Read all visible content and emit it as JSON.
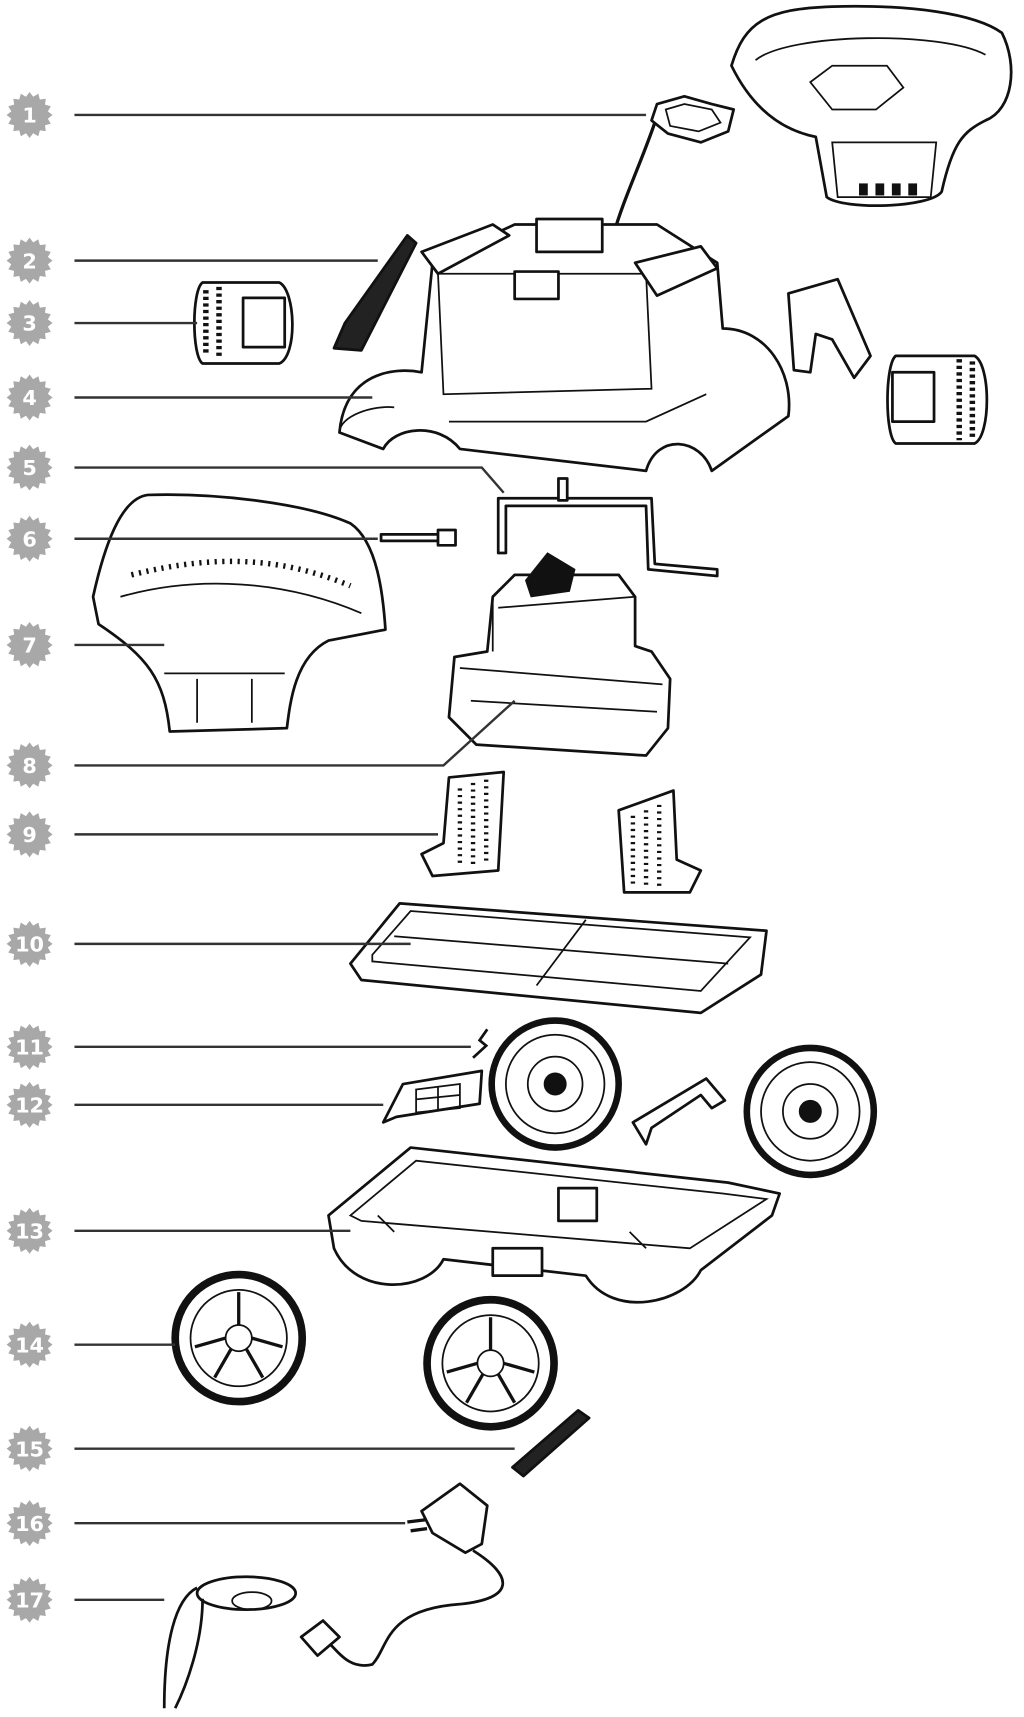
{
  "diagram": {
    "type": "exploded-parts-view",
    "callouts": [
      {
        "number": "1"
      },
      {
        "number": "2"
      },
      {
        "number": "3"
      },
      {
        "number": "4"
      },
      {
        "number": "5"
      },
      {
        "number": "6"
      },
      {
        "number": "7"
      },
      {
        "number": "8"
      },
      {
        "number": "9"
      },
      {
        "number": "10"
      },
      {
        "number": "11"
      },
      {
        "number": "12"
      },
      {
        "number": "13"
      },
      {
        "number": "14"
      },
      {
        "number": "15"
      },
      {
        "number": "16"
      },
      {
        "number": "17"
      }
    ],
    "colors": {
      "badge": "#a8a8a8",
      "line": "#111111",
      "badge_text": "#ffffff"
    }
  }
}
